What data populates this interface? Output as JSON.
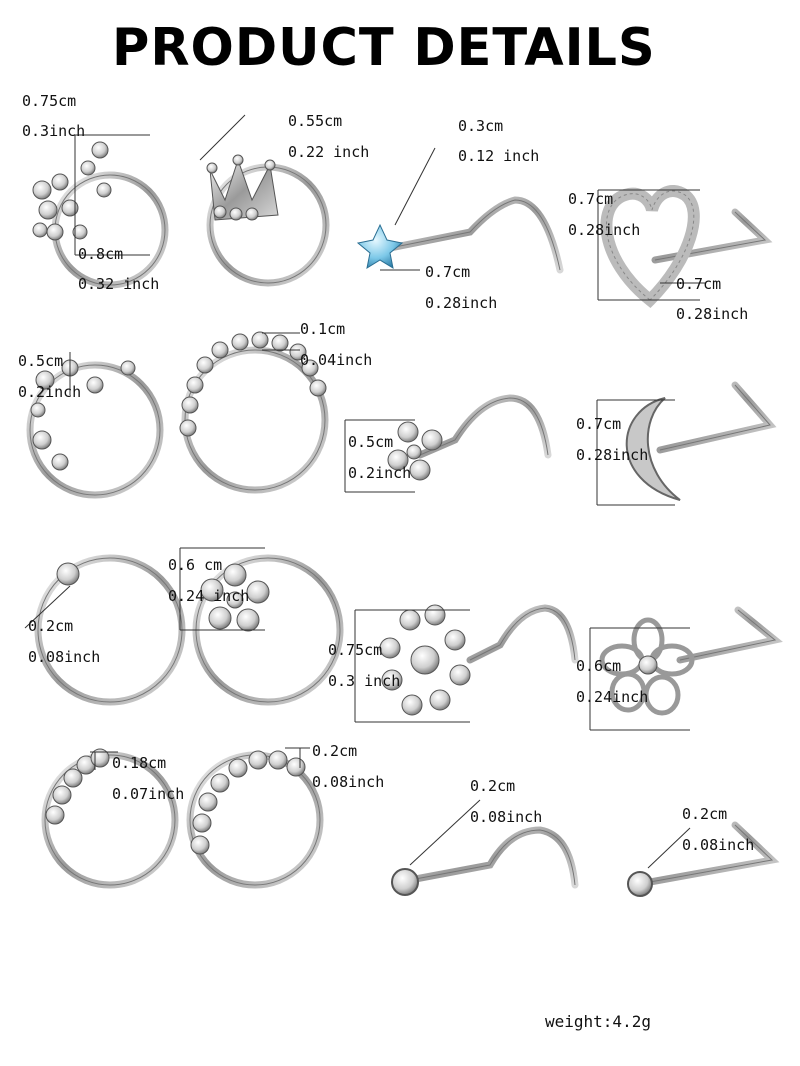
{
  "header": {
    "title": "PRODUCT DETAILS"
  },
  "items": [
    {
      "name": "flower-crown-hoop",
      "size_cm": "0.75cm",
      "size_in": "0.3inch",
      "size2_cm": "0.8cm",
      "size2_in": "0.32 inch"
    },
    {
      "name": "crown-hoop",
      "size_cm": "0.55cm",
      "size_in": "0.22 inch"
    },
    {
      "name": "blue-star-screw",
      "size_cm": "0.3cm",
      "size_in": "0.12 inch",
      "size2_cm": "0.7cm",
      "size2_in": "0.28inch"
    },
    {
      "name": "heart-l-shape",
      "size_cm": "0.7cm",
      "size_in": "0.28inch",
      "size2_cm": "0.7cm",
      "size2_in": "0.28inch"
    },
    {
      "name": "leaf-hoop",
      "size_cm": "0.5cm",
      "size_in": "0.2inch"
    },
    {
      "name": "bead-hoop",
      "size_cm": "0.1cm",
      "size_in": "0.04inch"
    },
    {
      "name": "flower-screw",
      "size_cm": "0.5cm",
      "size_in": "0.2inch"
    },
    {
      "name": "moon-l-shape",
      "size_cm": "0.7cm",
      "size_in": "0.28inch"
    },
    {
      "name": "single-stone-hoop",
      "size_cm": "0.2cm",
      "size_in": "0.08inch"
    },
    {
      "name": "flower-hoop",
      "size_cm": "0.6 cm",
      "size_in": "0.24 inch"
    },
    {
      "name": "cluster-screw",
      "size_cm": "0.75cm",
      "size_in": "0.3 inch"
    },
    {
      "name": "open-flower-l-shape",
      "size_cm": "0.6cm",
      "size_in": "0.24inch"
    },
    {
      "name": "stone-row-hoop-small",
      "size_cm": "0.18cm",
      "size_in": "0.07inch"
    },
    {
      "name": "stone-row-hoop",
      "size_cm": "0.2cm",
      "size_in": "0.08inch"
    },
    {
      "name": "stud-screw",
      "size_cm": "0.2cm",
      "size_in": "0.08inch"
    },
    {
      "name": "stud-l-shape",
      "size_cm": "0.2cm",
      "size_in": "0.08inch"
    }
  ],
  "footer": {
    "weight": "weight:4.2g"
  }
}
